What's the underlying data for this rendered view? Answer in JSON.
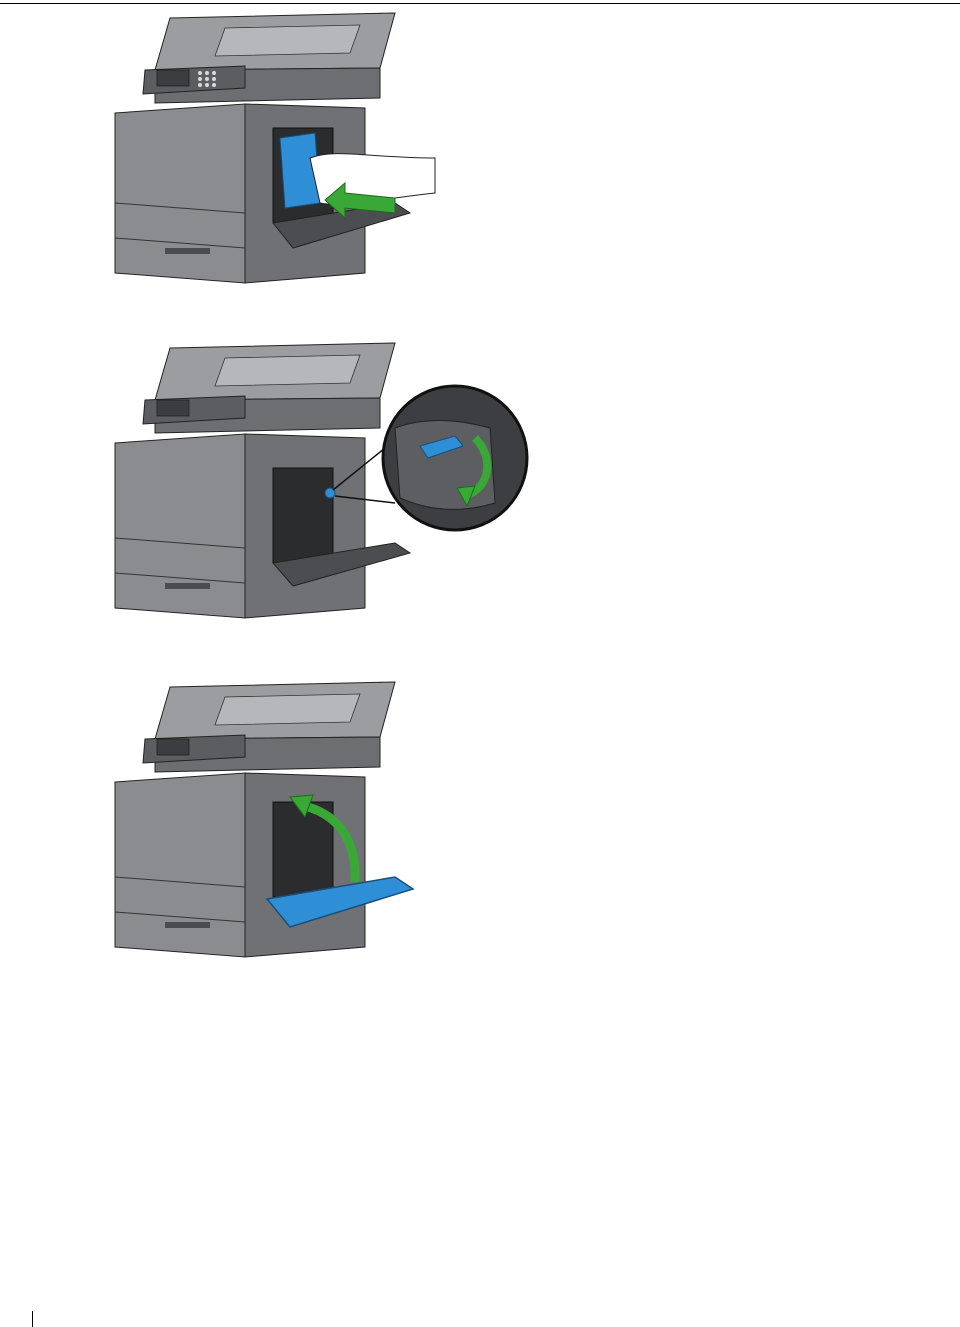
{
  "document": {
    "type": "manual-page-illustrations",
    "figures": [
      {
        "id": "fig-insert-cartridge",
        "description_icon": "printer-insert-cartridge-illustration"
      },
      {
        "id": "fig-rotate-lock",
        "description_icon": "printer-rotate-lock-illustration"
      },
      {
        "id": "fig-close-door",
        "description_icon": "printer-close-door-illustration"
      }
    ]
  },
  "colors": {
    "printer_body": "#7f8184",
    "printer_dark": "#4a4c4f",
    "printer_light": "#a9abae",
    "accent_blue": "#2f8fd6",
    "arrow_green": "#3aa836",
    "outline": "#222222"
  }
}
